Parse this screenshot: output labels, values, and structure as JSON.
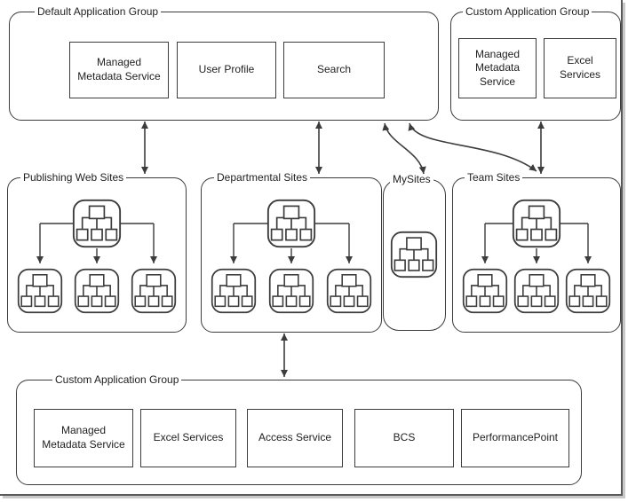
{
  "top_left_group": {
    "label": "Default Application Group",
    "services": [
      "Managed Metadata Service",
      "User Profile",
      "Search"
    ]
  },
  "top_right_group": {
    "label": "Custom Application Group",
    "services": [
      "Managed Metadata Service",
      "Excel Services"
    ]
  },
  "site_groups": {
    "publishing": {
      "label": "Publishing Web Sites"
    },
    "departmental": {
      "label": "Departmental Sites"
    },
    "mysites": {
      "label": "MySites"
    },
    "team": {
      "label": "Team Sites"
    }
  },
  "bottom_group": {
    "label": "Custom Application Group",
    "services": [
      "Managed Metadata Service",
      "Excel Services",
      "Access Service",
      "BCS",
      "PerformancePoint"
    ]
  },
  "icons": {
    "site_collection": "org-chart-icon"
  },
  "colors": {
    "line": "#3c3c3c",
    "background": "#ffffff",
    "frame_border": "#5a5a5a",
    "frame_shadow": "#c9c9c9"
  }
}
